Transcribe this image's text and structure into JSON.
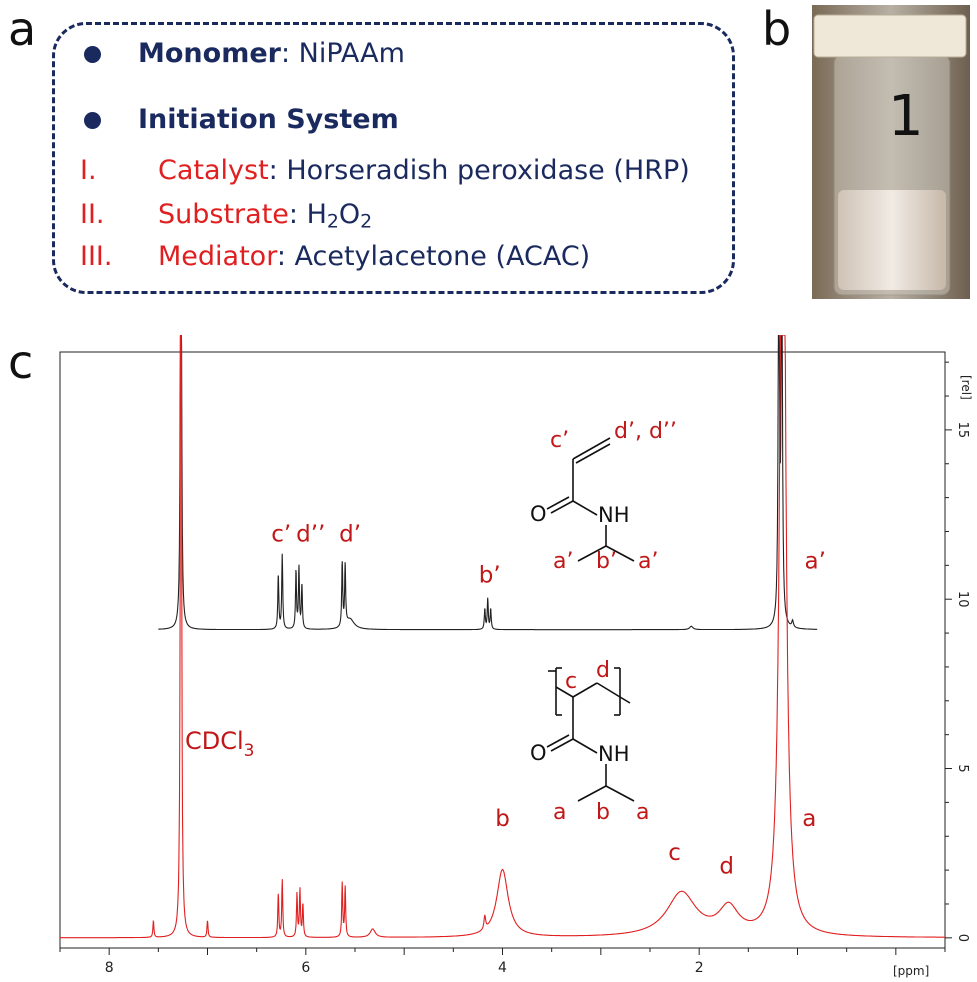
{
  "panels": {
    "a": "a",
    "b": "b",
    "c": "c"
  },
  "panel_a": {
    "monomer_label": "Monomer",
    "monomer_value": ": NiPAAm",
    "initiation_label": "Initiation System",
    "items": [
      {
        "numeral": "I.",
        "label": "Catalyst",
        "value": ": Horseradish peroxidase (HRP)"
      },
      {
        "numeral": "II.",
        "label": "Substrate",
        "value": ": H",
        "sub1": "2",
        "mid": "O",
        "sub2": "2"
      },
      {
        "numeral": "III.",
        "label": "Mediator",
        "value": ": Acetylacetone (ACAC)"
      }
    ]
  },
  "panel_b": {
    "vial_label": "1"
  },
  "colors": {
    "navy": "#1a2a5e",
    "red": "#e02020",
    "spectrum_top": "#222222",
    "spectrum_bottom": "#e02020"
  },
  "chart_data": {
    "type": "line",
    "xlabel": "[ppm]",
    "ylabel": "[rel]",
    "x_ticks": [
      "8",
      "6",
      "4",
      "2"
    ],
    "y_ticks": [
      "0",
      "5",
      "10",
      "15"
    ],
    "xlim": [
      8.5,
      -0.5
    ],
    "ylim": [
      -0.3,
      17.3
    ],
    "series": [
      {
        "offset": 9.1,
        "peaks": [
          {
            "ppm": 7.27,
            "height": 20,
            "width": 0.006
          },
          {
            "ppm": 6.28,
            "height": 1.6,
            "width": 0.006
          },
          {
            "ppm": 6.24,
            "height": 2.2,
            "width": 0.006
          },
          {
            "ppm": 6.1,
            "height": 1.7,
            "width": 0.006
          },
          {
            "ppm": 6.07,
            "height": 1.8,
            "width": 0.006
          },
          {
            "ppm": 6.04,
            "height": 1.3,
            "width": 0.006
          },
          {
            "ppm": 5.63,
            "height": 1.9,
            "width": 0.006
          },
          {
            "ppm": 5.6,
            "height": 1.8,
            "width": 0.006
          },
          {
            "ppm": 5.55,
            "height": 0.3,
            "width": 0.05
          },
          {
            "ppm": 4.18,
            "height": 0.6,
            "width": 0.006
          },
          {
            "ppm": 4.15,
            "height": 0.9,
            "width": 0.006
          },
          {
            "ppm": 4.12,
            "height": 0.6,
            "width": 0.006
          },
          {
            "ppm": 2.08,
            "height": 0.1,
            "width": 0.02
          },
          {
            "ppm": 1.19,
            "height": 11,
            "width": 0.008
          },
          {
            "ppm": 1.16,
            "height": 11,
            "width": 0.008
          },
          {
            "ppm": 1.05,
            "height": 0.2,
            "width": 0.01
          }
        ]
      },
      {
        "offset": 0,
        "peaks": [
          {
            "ppm": 7.27,
            "height": 30,
            "width": 0.006
          },
          {
            "ppm": 7.55,
            "height": 0.5,
            "width": 0.006
          },
          {
            "ppm": 7.0,
            "height": 0.5,
            "width": 0.006
          },
          {
            "ppm": 6.28,
            "height": 1.3,
            "width": 0.006
          },
          {
            "ppm": 6.24,
            "height": 1.7,
            "width": 0.006
          },
          {
            "ppm": 6.09,
            "height": 1.3,
            "width": 0.006
          },
          {
            "ppm": 6.06,
            "height": 1.4,
            "width": 0.006
          },
          {
            "ppm": 6.03,
            "height": 1.0,
            "width": 0.006
          },
          {
            "ppm": 5.63,
            "height": 1.6,
            "width": 0.006
          },
          {
            "ppm": 5.6,
            "height": 1.5,
            "width": 0.006
          },
          {
            "ppm": 5.32,
            "height": 0.25,
            "width": 0.03
          },
          {
            "ppm": 4.18,
            "height": 0.4,
            "width": 0.01
          },
          {
            "ppm": 4.0,
            "height": 2.0,
            "width": 0.07
          },
          {
            "ppm": 2.18,
            "height": 1.3,
            "width": 0.18
          },
          {
            "ppm": 1.7,
            "height": 0.8,
            "width": 0.12
          },
          {
            "ppm": 1.15,
            "height": 30,
            "width": 0.03
          }
        ]
      }
    ],
    "annotations": [
      {
        "text": "c’",
        "ppm": 6.25,
        "y": 11.7
      },
      {
        "text": "d’’",
        "ppm": 5.95,
        "y": 11.7
      },
      {
        "text": "d’",
        "ppm": 5.55,
        "y": 11.7
      },
      {
        "text": "b’",
        "ppm": 4.13,
        "y": 10.5
      },
      {
        "text": "a’",
        "ppm": 0.82,
        "y": 10.9
      },
      {
        "text": "b",
        "ppm": 4.0,
        "y": 3.3
      },
      {
        "text": "c",
        "ppm": 2.25,
        "y": 2.3
      },
      {
        "text": "d",
        "ppm": 1.72,
        "y": 1.9
      },
      {
        "text": "a",
        "ppm": 0.88,
        "y": 3.3
      }
    ],
    "solvent_label": "CDCl",
    "solvent_sub": "3"
  },
  "structures": {
    "monomer": {
      "c": "c’",
      "d": "d’, d’’",
      "O": "O",
      "NH": "NH",
      "a1": "a’",
      "b": "b’",
      "a2": "a’"
    },
    "polymer": {
      "c": "c",
      "d": "d",
      "O": "O",
      "NH": "NH",
      "a1": "a",
      "b": "b",
      "a2": "a"
    }
  }
}
